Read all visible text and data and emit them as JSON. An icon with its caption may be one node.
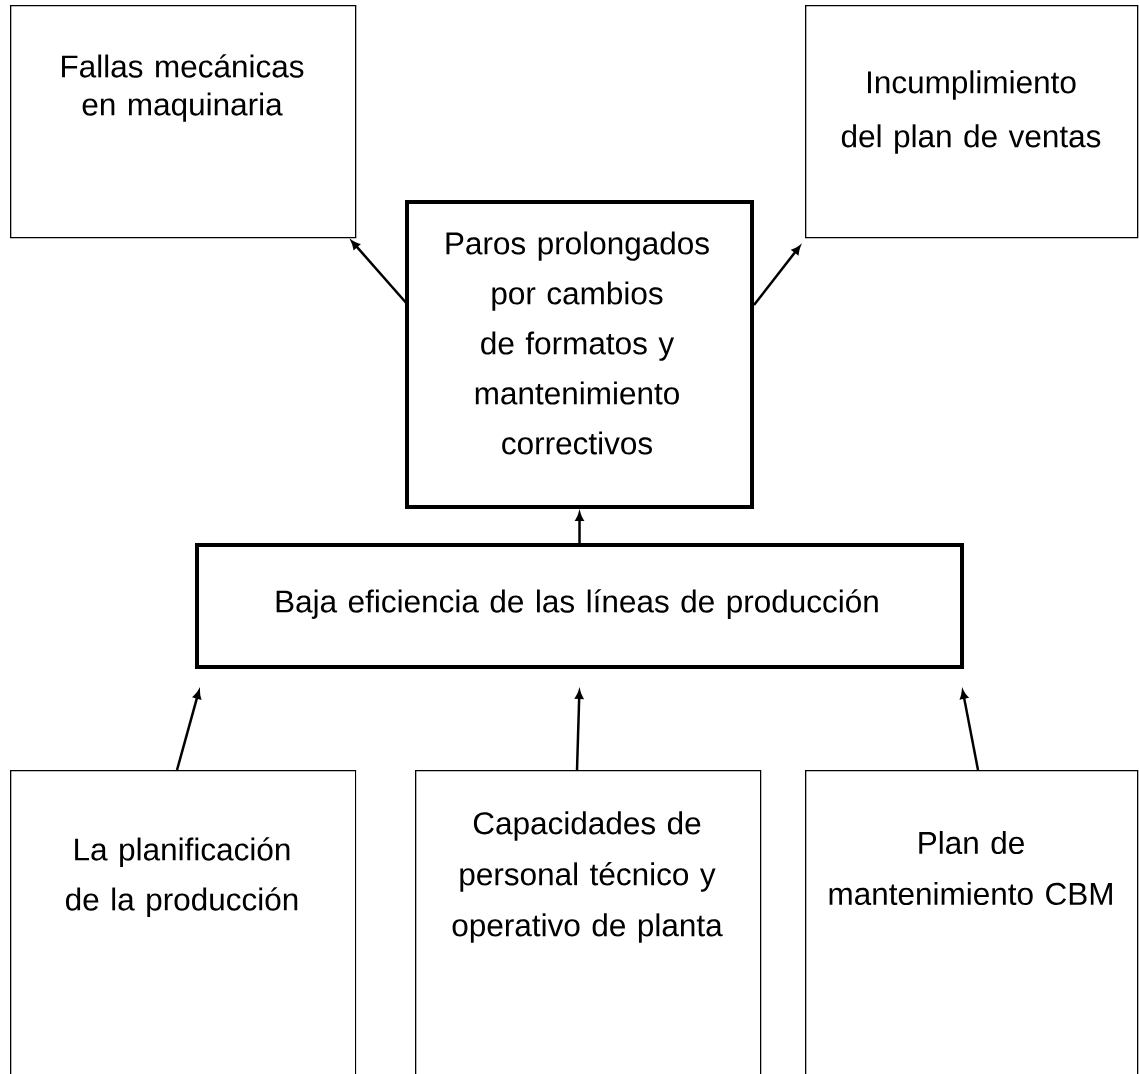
{
  "diagram": {
    "nodes": [
      {
        "text": [
          "Fallas mecánicas en maquinaria"
        ]
      },
      {
        "text": [
          "Incumplimiento del plan de ventas"
        ]
      },
      {
        "text": [
          "Paros prolongados por cambios de formatos y mantenimiento correctivos"
        ]
      },
      {
        "text": [
          "Baja eficiencia de las líneas de producción"
        ]
      },
      {
        "text": [
          "La planificación de la producción"
        ]
      },
      {
        "text": [
          "Capacidades de personal técnico y operativo de planta"
        ]
      },
      {
        "text": [
          "Plan de mantenimiento CBM"
        ]
      }
    ],
    "edges": [
      {
        "from": 2,
        "to": 0,
        "arrow": "to"
      },
      {
        "from": 2,
        "to": 1,
        "arrow": "to"
      },
      {
        "from": 3,
        "to": 2,
        "arrow": "to"
      },
      {
        "from": 4,
        "to": 3,
        "arrow": "to"
      },
      {
        "from": 5,
        "to": 3,
        "arrow": "to"
      },
      {
        "from": 6,
        "to": 3,
        "arrow": "to"
      }
    ]
  }
}
